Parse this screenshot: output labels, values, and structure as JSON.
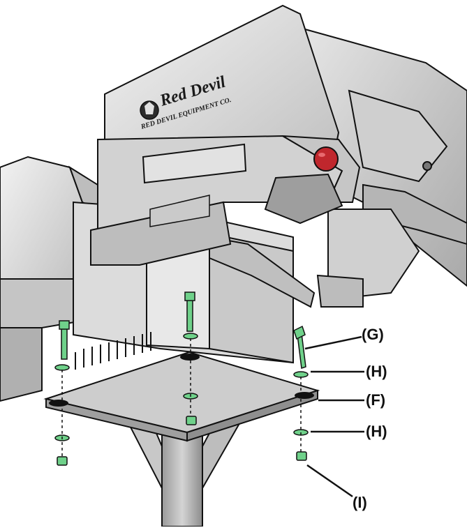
{
  "brand": {
    "name": "Red Devil",
    "subtitle": "RED DEVIL EQUIPMENT CO."
  },
  "callouts": {
    "g": "(G)",
    "h_upper": "(H)",
    "f": "(F)",
    "h_lower": "(H)",
    "i": "(I)"
  },
  "colors": {
    "hardware": "#6fd18a",
    "housing": "#d9d9d9",
    "knob": "#c0272d",
    "outline": "#111111"
  }
}
